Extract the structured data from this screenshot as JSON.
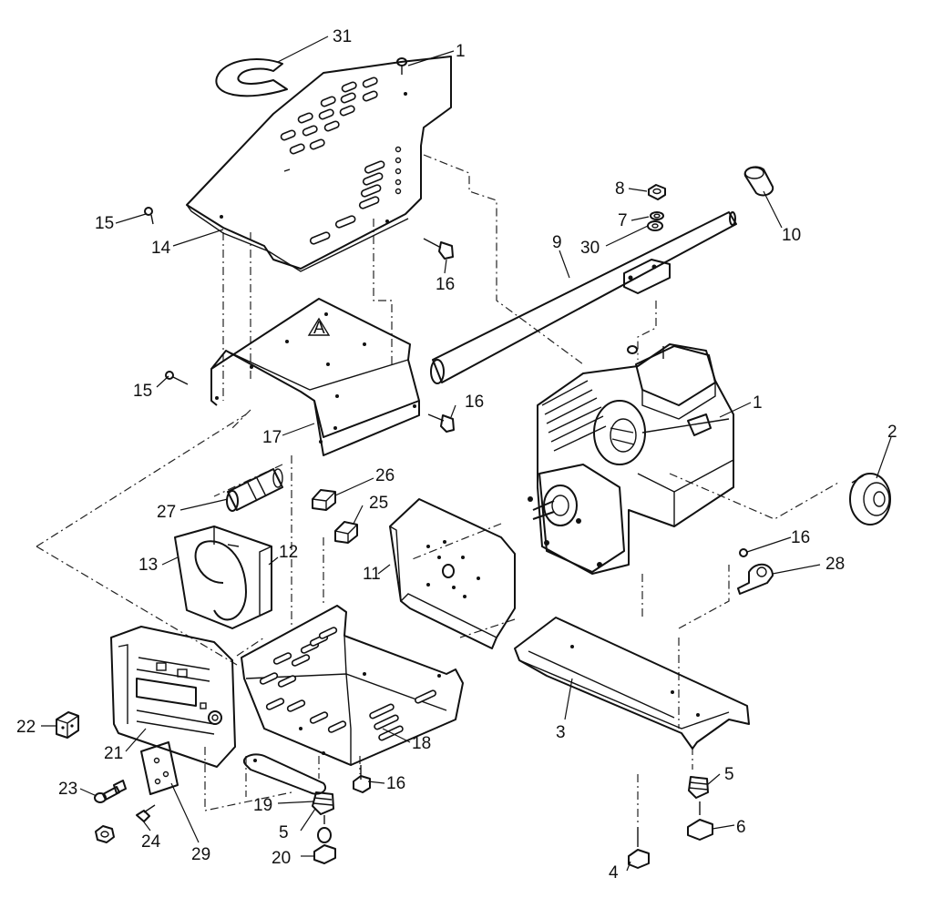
{
  "callouts": [
    {
      "id": "31",
      "label": "31"
    },
    {
      "id": "1a",
      "label": "1"
    },
    {
      "id": "8",
      "label": "8"
    },
    {
      "id": "7",
      "label": "7"
    },
    {
      "id": "30",
      "label": "30"
    },
    {
      "id": "9",
      "label": "9"
    },
    {
      "id": "10",
      "label": "10"
    },
    {
      "id": "15a",
      "label": "15"
    },
    {
      "id": "14",
      "label": "14"
    },
    {
      "id": "16a",
      "label": "16"
    },
    {
      "id": "15b",
      "label": "15"
    },
    {
      "id": "16b",
      "label": "16"
    },
    {
      "id": "17",
      "label": "17"
    },
    {
      "id": "1b",
      "label": "1"
    },
    {
      "id": "2",
      "label": "2"
    },
    {
      "id": "27",
      "label": "27"
    },
    {
      "id": "26",
      "label": "26"
    },
    {
      "id": "25",
      "label": "25"
    },
    {
      "id": "13",
      "label": "13"
    },
    {
      "id": "12",
      "label": "12"
    },
    {
      "id": "11",
      "label": "11"
    },
    {
      "id": "16c",
      "label": "16"
    },
    {
      "id": "28",
      "label": "28"
    },
    {
      "id": "22",
      "label": "22"
    },
    {
      "id": "21",
      "label": "21"
    },
    {
      "id": "18",
      "label": "18"
    },
    {
      "id": "3",
      "label": "3"
    },
    {
      "id": "23",
      "label": "23"
    },
    {
      "id": "16d",
      "label": "16"
    },
    {
      "id": "5a",
      "label": "5"
    },
    {
      "id": "19",
      "label": "19"
    },
    {
      "id": "5b",
      "label": "5"
    },
    {
      "id": "24",
      "label": "24"
    },
    {
      "id": "29",
      "label": "29"
    },
    {
      "id": "20",
      "label": "20"
    },
    {
      "id": "6",
      "label": "6"
    },
    {
      "id": "4",
      "label": "4"
    }
  ],
  "warning_symbol_text": "A"
}
